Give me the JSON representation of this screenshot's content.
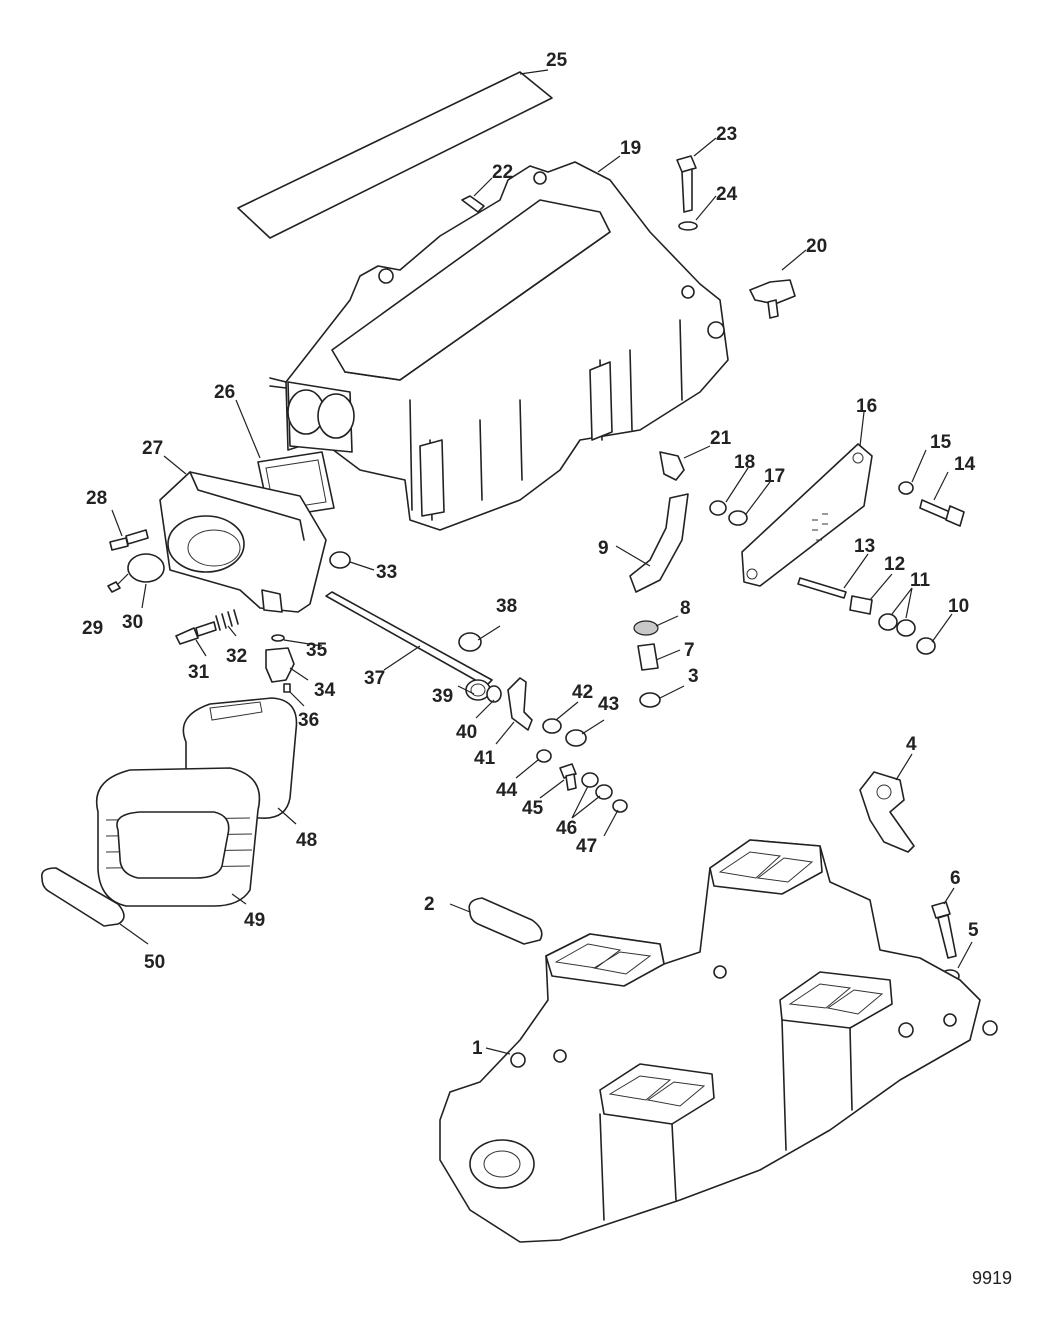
{
  "figure_number": "9919",
  "callouts": [
    {
      "id": "c1",
      "text": "1"
    },
    {
      "id": "c2",
      "text": "2"
    },
    {
      "id": "c3",
      "text": "3"
    },
    {
      "id": "c4",
      "text": "4"
    },
    {
      "id": "c5",
      "text": "5"
    },
    {
      "id": "c6",
      "text": "6"
    },
    {
      "id": "c7",
      "text": "7"
    },
    {
      "id": "c8",
      "text": "8"
    },
    {
      "id": "c9",
      "text": "9"
    },
    {
      "id": "c10",
      "text": "10"
    },
    {
      "id": "c11",
      "text": "11"
    },
    {
      "id": "c12",
      "text": "12"
    },
    {
      "id": "c13",
      "text": "13"
    },
    {
      "id": "c14",
      "text": "14"
    },
    {
      "id": "c15",
      "text": "15"
    },
    {
      "id": "c16",
      "text": "16"
    },
    {
      "id": "c17",
      "text": "17"
    },
    {
      "id": "c18",
      "text": "18"
    },
    {
      "id": "c19",
      "text": "19"
    },
    {
      "id": "c20",
      "text": "20"
    },
    {
      "id": "c21",
      "text": "21"
    },
    {
      "id": "c22",
      "text": "22"
    },
    {
      "id": "c23",
      "text": "23"
    },
    {
      "id": "c24",
      "text": "24"
    },
    {
      "id": "c25",
      "text": "25"
    },
    {
      "id": "c26",
      "text": "26"
    },
    {
      "id": "c27",
      "text": "27"
    },
    {
      "id": "c28",
      "text": "28"
    },
    {
      "id": "c29",
      "text": "29"
    },
    {
      "id": "c30",
      "text": "30"
    },
    {
      "id": "c31",
      "text": "31"
    },
    {
      "id": "c32",
      "text": "32"
    },
    {
      "id": "c33",
      "text": "33"
    },
    {
      "id": "c34",
      "text": "34"
    },
    {
      "id": "c35",
      "text": "35"
    },
    {
      "id": "c36",
      "text": "36"
    },
    {
      "id": "c37",
      "text": "37"
    },
    {
      "id": "c38",
      "text": "38"
    },
    {
      "id": "c39",
      "text": "39"
    },
    {
      "id": "c40",
      "text": "40"
    },
    {
      "id": "c41",
      "text": "41"
    },
    {
      "id": "c42",
      "text": "42"
    },
    {
      "id": "c43",
      "text": "43"
    },
    {
      "id": "c44",
      "text": "44"
    },
    {
      "id": "c45",
      "text": "45"
    },
    {
      "id": "c46",
      "text": "46"
    },
    {
      "id": "c47",
      "text": "47"
    },
    {
      "id": "c48",
      "text": "48"
    },
    {
      "id": "c49",
      "text": "49"
    },
    {
      "id": "c50",
      "text": "50"
    }
  ]
}
